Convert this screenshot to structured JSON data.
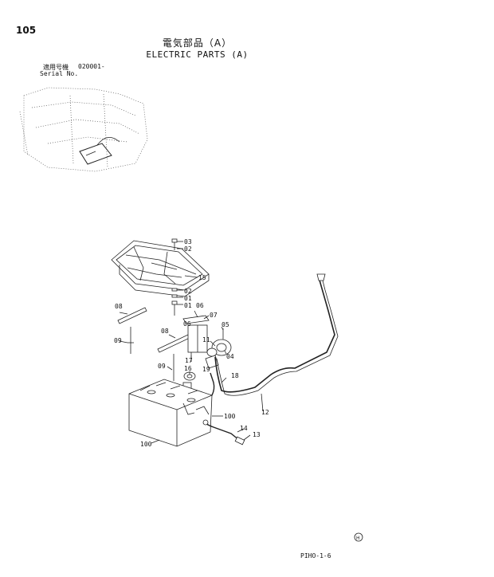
{
  "header": {
    "page_number": "105",
    "title_jp": "電気部品（A）",
    "title_en": "ELECTRIC PARTS (A)",
    "serial_label_jp": "適用号機",
    "serial_value": "020001-",
    "serial_label_en": "Serial No."
  },
  "callouts": {
    "c03_top": "03",
    "c02_top": "02",
    "c15": "15",
    "c02_mid": "02",
    "c01_a": "01",
    "c01_b": "01",
    "c06_r": "06",
    "c06_l": "06",
    "c07": "07",
    "c08_top": "08",
    "c08_mid": "08",
    "c09_top": "09",
    "c09_mid": "09",
    "c05": "05",
    "c11": "11",
    "c04": "04",
    "c17": "17",
    "c16": "16",
    "c19": "19",
    "c18": "18",
    "c12": "12",
    "c100_a": "100",
    "c14": "14",
    "c13": "13",
    "c100_b": "100"
  },
  "footer": {
    "logo_letter": "H",
    "code": "PIHO-1-6"
  }
}
